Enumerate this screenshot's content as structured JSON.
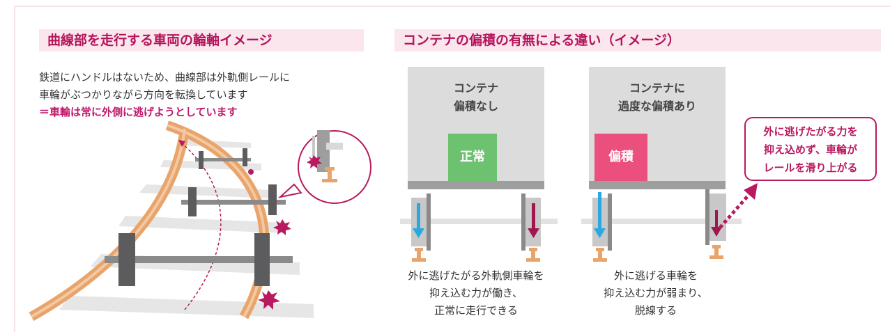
{
  "left_panel": {
    "title": "曲線部を走行する車両の輪軸イメージ",
    "line1": "鉄道にハンドルはないため、曲線部は外軌側レールに",
    "line2": "車輪がぶつかりながら方向を転換しています",
    "emphasis": "＝車輪は常に外側に逃げようとしています"
  },
  "right_panel": {
    "title": "コンテナの偏積の有無による違い（イメージ）",
    "normal": {
      "box_line1": "コンテナ",
      "box_line2": "偏積なし",
      "status": "正常",
      "caption1": "外に逃げたがる外軌側車輪を",
      "caption2": "抑え込む力が働き、",
      "caption3": "正常に走行できる"
    },
    "biased": {
      "box_line1": "コンテナに",
      "box_line2": "過度な偏積あり",
      "status": "偏積",
      "caption1": "外に逃げる車輪を",
      "caption2": "抑え込む力が弱まり、",
      "caption3": "脱線する"
    },
    "callout": {
      "line1": "外に逃げたがる力を",
      "line2": "抑え込めず、車輪が",
      "line3": "レールを滑り上がる"
    }
  },
  "colors": {
    "accent": "#b8195f",
    "normal_green": "#6cc26e",
    "bias_pink": "#ea4f7d",
    "blue_arrow": "#2aa8e0",
    "rail_orange": "#e8a46a"
  }
}
